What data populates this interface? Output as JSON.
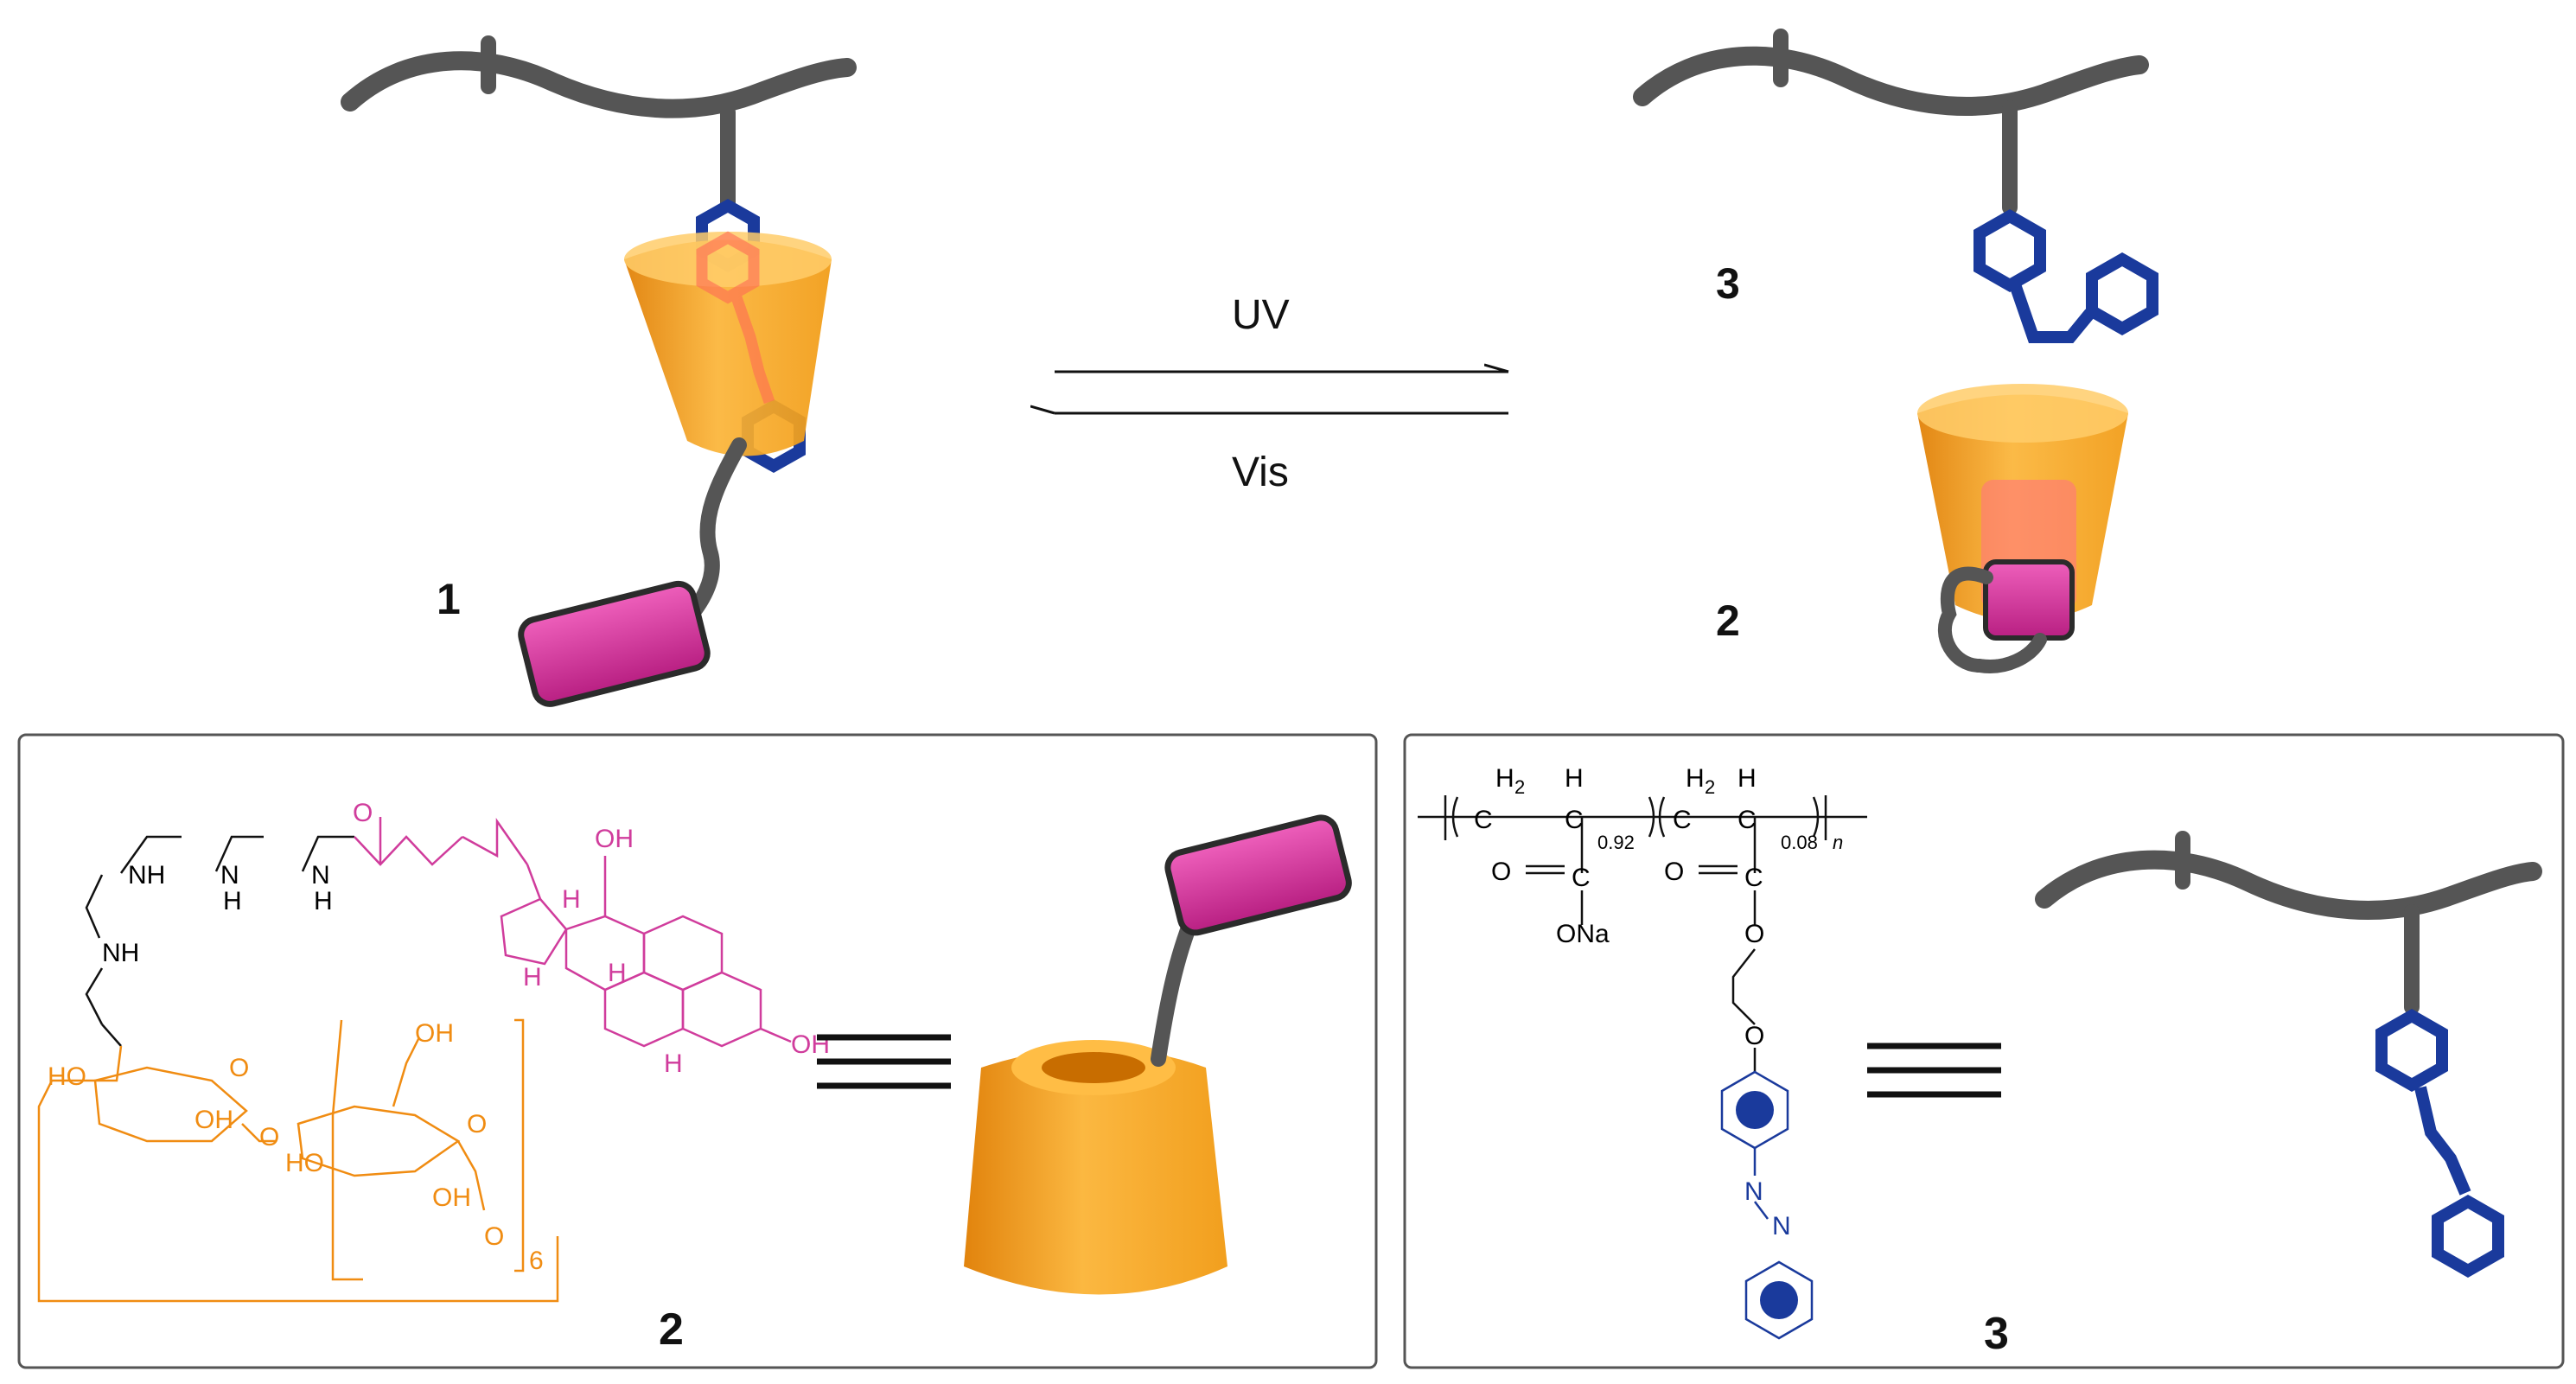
{
  "top": {
    "label_1": "1",
    "label_2": "2",
    "label_3": "3",
    "arrow_forward": "UV",
    "arrow_backward": "Vis"
  },
  "panel_left": {
    "label": "2",
    "amide_o": "O",
    "nh_1": "NH",
    "nh_2": "N",
    "nh_2h": "H",
    "nh_3": "N",
    "nh_3h": "H",
    "nh_4": "NH",
    "oh_1": "OH",
    "oh_2": "OH",
    "h_1": "H",
    "h_2": "H",
    "h_3": "H",
    "h_4": "H",
    "cd_oh_1": "HO",
    "cd_oh_2": "OH",
    "cd_o_1": "O",
    "cd_o_2": "O",
    "cd_oh_3": "OH",
    "cd_oh_4": "HO",
    "cd_oh_5": "OH",
    "cd_o_3": "O",
    "cd_o_4": "O",
    "repeat": "6"
  },
  "panel_right": {
    "label": "3",
    "h2_1": "H",
    "h2_1s": "2",
    "c_1": "C",
    "h_1": "H",
    "c_2": "C",
    "sub_1": "0.92",
    "h2_2": "H",
    "h2_2s": "2",
    "c_3": "C",
    "h_2": "H",
    "c_4": "C",
    "sub_2": "0.08",
    "sub_n": "n",
    "o_1": "O",
    "c_5": "C",
    "ona": "ONa",
    "o_2": "O",
    "c_6": "C",
    "o_3": "O",
    "o_4": "O",
    "n_1": "N",
    "n_2": "N"
  },
  "colors": {
    "polymer": "#5a5a5a",
    "azobenzene": "#1a3a9c",
    "cyclodextrin": "#f6a623",
    "cholic_acid": "#d03c9c",
    "pink_block": "#d63aa0",
    "panel_border": "#555555"
  }
}
